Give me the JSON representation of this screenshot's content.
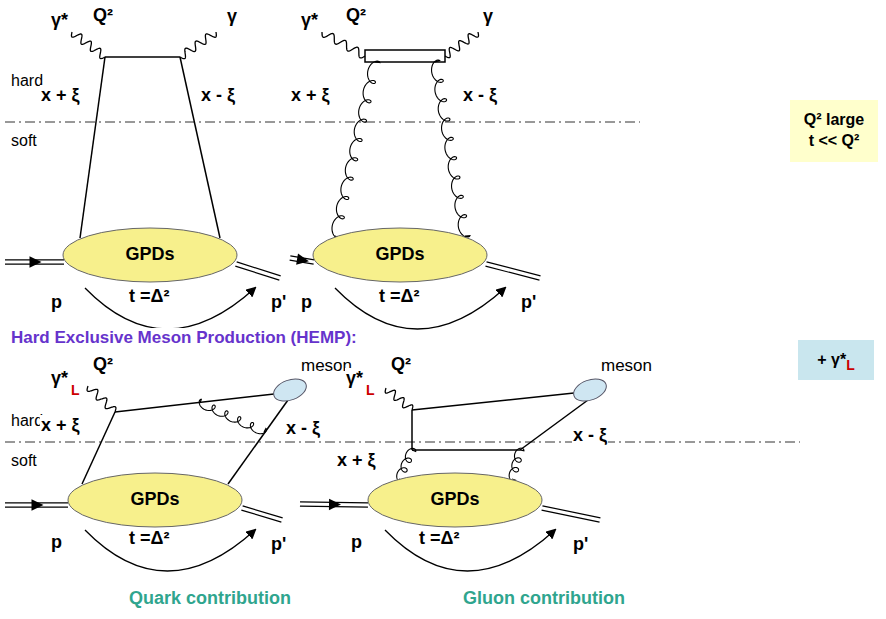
{
  "diagram": {
    "nodes": [
      {
        "text": [
          "GPDs"
        ]
      },
      {
        "text": [
          "GPDs"
        ]
      },
      {
        "text": [
          "Q² large",
          "t << Q²"
        ]
      },
      {
        "text": [
          "GPDs"
        ]
      },
      {
        "text": [
          "GPDs"
        ]
      },
      {
        "text": [
          "+ γ*",
          "L"
        ]
      }
    ],
    "labels": [
      "γ*",
      "Q²",
      "γ",
      "hard",
      "x + ξ",
      "x - ξ",
      "soft",
      "p",
      "p'",
      "t =Δ²",
      "γ*",
      "Q²",
      "γ",
      "x + ξ",
      "x - ξ",
      "p",
      "p'",
      "t =Δ²",
      "Hard Exclusive Meson Production (HEMP):",
      "γ*",
      "L",
      "Q²",
      "meson",
      "hard",
      "x + ξ",
      "x - ξ",
      "soft",
      "p",
      "p'",
      "t =Δ²",
      "γ*",
      "L",
      "Q²",
      "meson",
      "x + ξ",
      "x - ξ",
      "p",
      "p'",
      "t =Δ²",
      "Quark contribution",
      "Gluon contribution"
    ]
  }
}
